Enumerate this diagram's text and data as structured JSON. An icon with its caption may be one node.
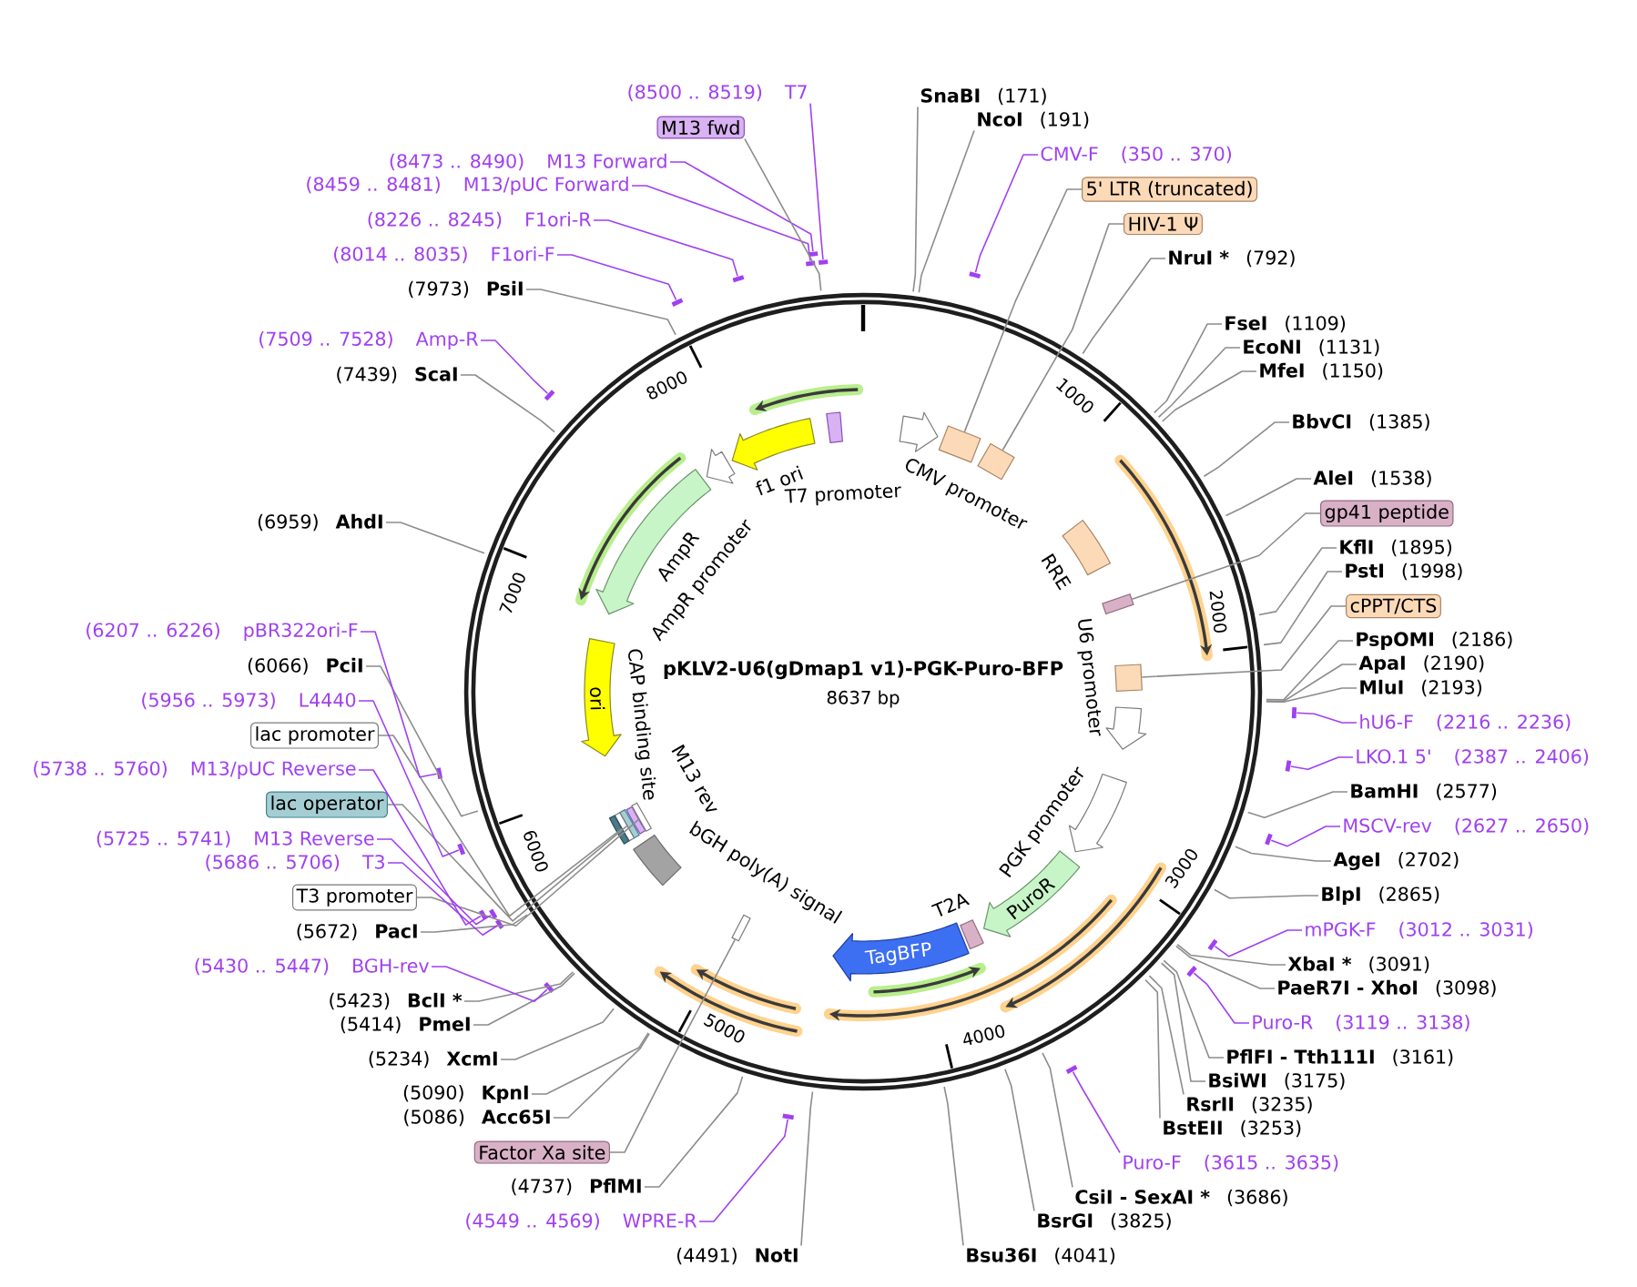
{
  "diagram": {
    "title": "pKLV2-U6(gDmap1 v1)-PGK-Puro-BFP",
    "nodes": [
      {
        "text": [
          "SnaBI",
          "(171)"
        ]
      },
      {
        "text": [
          "NcoI",
          "(191)"
        ]
      },
      {
        "text": [
          "CMV-F",
          "(350 .. 370)"
        ]
      },
      {
        "text": [
          "5' LTR (truncated)"
        ]
      },
      {
        "text": [
          "HIV-1 Ψ"
        ]
      },
      {
        "text": [
          "NruI *",
          "(792)"
        ]
      },
      {
        "text": [
          "FseI",
          "(1109)"
        ]
      },
      {
        "text": [
          "EcoNI",
          "(1131)"
        ]
      },
      {
        "text": [
          "MfeI",
          "(1150)"
        ]
      },
      {
        "text": [
          "BbvCI",
          "(1385)"
        ]
      },
      {
        "text": [
          "AleI",
          "(1538)"
        ]
      },
      {
        "text": [
          "gp41 peptide"
        ]
      },
      {
        "text": [
          "KflI",
          "(1895)"
        ]
      },
      {
        "text": [
          "PstI",
          "(1998)"
        ]
      },
      {
        "text": [
          "cPPT/CTS"
        ]
      },
      {
        "text": [
          "PspOMI",
          "(2186)"
        ]
      },
      {
        "text": [
          "ApaI",
          "(2190)"
        ]
      },
      {
        "text": [
          "MluI",
          "(2193)"
        ]
      },
      {
        "text": [
          "hU6-F",
          "(2216 .. 2236)"
        ]
      },
      {
        "text": [
          "LKO.1 5'",
          "(2387 .. 2406)"
        ]
      },
      {
        "text": [
          "BamHI",
          "(2577)"
        ]
      },
      {
        "text": [
          "MSCV-rev",
          "(2627 .. 2650)"
        ]
      },
      {
        "text": [
          "AgeI",
          "(2702)"
        ]
      },
      {
        "text": [
          "BlpI",
          "(2865)"
        ]
      },
      {
        "text": [
          "mPGK-F",
          "(3012 .. 3031)"
        ]
      },
      {
        "text": [
          "XbaI *",
          "(3091)"
        ]
      },
      {
        "text": [
          "PaeR7I - XhoI",
          "(3098)"
        ]
      },
      {
        "text": [
          "Puro-R",
          "(3119 .. 3138)"
        ]
      },
      {
        "text": [
          "PflFI - Tth111I",
          "(3161)"
        ]
      },
      {
        "text": [
          "BsiWI",
          "(3175)"
        ]
      },
      {
        "text": [
          "RsrII",
          "(3235)"
        ]
      },
      {
        "text": [
          "BstEII",
          "(3253)"
        ]
      },
      {
        "text": [
          "Puro-F",
          "(3615 .. 3635)"
        ]
      },
      {
        "text": [
          "CsiI - SexAI *",
          "(3686)"
        ]
      },
      {
        "text": [
          "BsrGI",
          "(3825)"
        ]
      },
      {
        "text": [
          "Bsu36I",
          "(4041)"
        ]
      },
      {
        "text": [
          "(4491)",
          "NotI"
        ]
      },
      {
        "text": [
          "(4549 .. 4569)",
          "WPRE-R"
        ]
      },
      {
        "text": [
          "(4737)",
          "PflMI"
        ]
      },
      {
        "text": [
          "Factor Xa site"
        ]
      },
      {
        "text": [
          "(5086)",
          "Acc65I"
        ]
      },
      {
        "text": [
          "(5090)",
          "KpnI"
        ]
      },
      {
        "text": [
          "(5234)",
          "XcmI"
        ]
      },
      {
        "text": [
          "(5414)",
          "PmeI"
        ]
      },
      {
        "text": [
          "(5423)",
          "BclI *"
        ]
      },
      {
        "text": [
          "(5430 .. 5447)",
          "BGH-rev"
        ]
      },
      {
        "text": [
          "(5672)",
          "PacI"
        ]
      },
      {
        "text": [
          "T3 promoter"
        ]
      },
      {
        "text": [
          "(5686 .. 5706)",
          "T3"
        ]
      },
      {
        "text": [
          "(5725 .. 5741)",
          "M13 Reverse"
        ]
      },
      {
        "text": [
          "lac operator"
        ]
      },
      {
        "text": [
          "(5738 .. 5760)",
          "M13/pUC Reverse"
        ]
      },
      {
        "text": [
          "lac promoter"
        ]
      },
      {
        "text": [
          "(5956 .. 5973)",
          "L4440"
        ]
      },
      {
        "text": [
          "(6066)",
          "PciI"
        ]
      },
      {
        "text": [
          "(6207 .. 6226)",
          "pBR322ori-F"
        ]
      },
      {
        "text": [
          "(6959)",
          "AhdI"
        ]
      },
      {
        "text": [
          "(7439)",
          "ScaI"
        ]
      },
      {
        "text": [
          "(7509 .. 7528)",
          "Amp-R"
        ]
      },
      {
        "text": [
          "(7973)",
          "PsiI"
        ]
      },
      {
        "text": [
          "(8014 .. 8035)",
          "F1ori-F"
        ]
      },
      {
        "text": [
          "(8226 .. 8245)",
          "F1ori-R"
        ]
      },
      {
        "text": [
          "(8459 .. 8481)",
          "M13/pUC Forward"
        ]
      },
      {
        "text": [
          "(8473 .. 8490)",
          "M13 Forward"
        ]
      },
      {
        "text": [
          "M13 fwd"
        ]
      },
      {
        "text": [
          "(8500 .. 8519)",
          "T7"
        ]
      },
      {
        "text": [
          "CMV promoter"
        ]
      },
      {
        "text": [],
        "shape": "box"
      },
      {
        "text": [],
        "shape": "box"
      },
      {
        "text": [
          "RRE"
        ]
      },
      {
        "text": [],
        "shape": "box"
      },
      {
        "text": [],
        "shape": "box"
      },
      {
        "text": [
          "U6 promoter"
        ]
      },
      {
        "text": [
          "PGK promoter"
        ]
      },
      {
        "text": [
          "PuroR"
        ]
      },
      {
        "text": [
          "T2A"
        ]
      },
      {
        "text": [
          "TagBFP"
        ]
      },
      {
        "text": [],
        "shape": "box"
      },
      {
        "text": [
          "bGH poly(A) signal"
        ]
      },
      {
        "text": [
          "M13 rev"
        ]
      },
      {
        "text": [],
        "shape": "box"
      },
      {
        "text": [],
        "shape": "box"
      },
      {
        "text": [],
        "shape": "box"
      },
      {
        "text": [
          "CAP binding site"
        ]
      },
      {
        "text": [
          "ori"
        ]
      },
      {
        "text": [
          "AmpR"
        ]
      },
      {
        "text": [
          "AmpR promoter"
        ]
      },
      {
        "text": [
          "f1 ori"
        ]
      },
      {
        "text": [
          "T7 promoter"
        ]
      },
      {
        "text": [],
        "shape": "bar"
      },
      {
        "text": [],
        "shape": "bar"
      },
      {
        "text": [],
        "shape": "bar"
      },
      {
        "text": [],
        "shape": "bar"
      },
      {
        "text": [],
        "shape": "bar"
      },
      {
        "text": [],
        "shape": "bar"
      },
      {
        "text": [],
        "shape": "bar"
      },
      {
        "text": [],
        "shape": "bar"
      },
      {
        "text": [],
        "shape": "bar"
      },
      {
        "text": [],
        "shape": "bar"
      },
      {
        "text": [],
        "shape": "bar"
      },
      {
        "text": [],
        "shape": "bar"
      },
      {
        "text": [],
        "shape": "bar"
      },
      {
        "text": [],
        "shape": "bar"
      },
      {
        "text": [],
        "shape": "bar"
      },
      {
        "text": [],
        "shape": "bar"
      },
      {
        "text": [],
        "shape": "bar"
      },
      {
        "text": [],
        "shape": "bar"
      },
      {
        "text": [],
        "shape": "bar"
      },
      {
        "text": [],
        "shape": "bar"
      }
    ],
    "edges": [
      {
        "from": 0,
        "to": null,
        "arrow": "none"
      },
      {
        "from": 1,
        "to": null,
        "arrow": "none"
      },
      {
        "from": 2,
        "to": 89,
        "arrow": "none",
        "color": "#a040f0"
      },
      {
        "from": 3,
        "to": 67,
        "arrow": "none"
      },
      {
        "from": 4,
        "to": 68,
        "arrow": "none"
      },
      {
        "from": 5,
        "to": null,
        "arrow": "none"
      },
      {
        "from": 6,
        "to": null,
        "arrow": "none"
      },
      {
        "from": 7,
        "to": null,
        "arrow": "none"
      },
      {
        "from": 8,
        "to": null,
        "arrow": "none"
      },
      {
        "from": 9,
        "to": null,
        "arrow": "none"
      },
      {
        "from": 10,
        "to": null,
        "arrow": "none"
      },
      {
        "from": 11,
        "to": 70,
        "arrow": "none"
      },
      {
        "from": 12,
        "to": null,
        "arrow": "none"
      },
      {
        "from": 13,
        "to": null,
        "arrow": "none"
      },
      {
        "from": 14,
        "to": 71,
        "arrow": "none"
      },
      {
        "from": 15,
        "to": null,
        "arrow": "none"
      },
      {
        "from": 16,
        "to": null,
        "arrow": "none"
      },
      {
        "from": 17,
        "to": null,
        "arrow": "none"
      },
      {
        "from": 18,
        "to": 90,
        "arrow": "none",
        "color": "#a040f0"
      },
      {
        "from": 19,
        "to": 91,
        "arrow": "none",
        "color": "#a040f0"
      },
      {
        "from": 20,
        "to": null,
        "arrow": "none"
      },
      {
        "from": 21,
        "to": 92,
        "arrow": "none",
        "color": "#a040f0"
      },
      {
        "from": 22,
        "to": null,
        "arrow": "none"
      },
      {
        "from": 23,
        "to": null,
        "arrow": "none"
      },
      {
        "from": 24,
        "to": 93,
        "arrow": "none",
        "color": "#a040f0"
      },
      {
        "from": 25,
        "to": null,
        "arrow": "none"
      },
      {
        "from": 26,
        "to": null,
        "arrow": "none"
      },
      {
        "from": 27,
        "to": 94,
        "arrow": "none",
        "color": "#a040f0"
      },
      {
        "from": 28,
        "to": null,
        "arrow": "none"
      },
      {
        "from": 29,
        "to": null,
        "arrow": "none"
      },
      {
        "from": 30,
        "to": null,
        "arrow": "none"
      },
      {
        "from": 31,
        "to": null,
        "arrow": "none"
      },
      {
        "from": 32,
        "to": 95,
        "arrow": "none",
        "color": "#a040f0"
      },
      {
        "from": 33,
        "to": null,
        "arrow": "none"
      },
      {
        "from": 34,
        "to": null,
        "arrow": "none"
      },
      {
        "from": 35,
        "to": null,
        "arrow": "none"
      },
      {
        "from": 36,
        "to": null,
        "arrow": "none"
      },
      {
        "from": 37,
        "to": 96,
        "arrow": "none",
        "color": "#a040f0"
      },
      {
        "from": 38,
        "to": null,
        "arrow": "none"
      },
      {
        "from": 39,
        "to": 77,
        "arrow": "none"
      },
      {
        "from": 40,
        "to": null,
        "arrow": "none"
      },
      {
        "from": 41,
        "to": null,
        "arrow": "none"
      },
      {
        "from": 42,
        "to": null,
        "arrow": "none"
      },
      {
        "from": 43,
        "to": null,
        "arrow": "none"
      },
      {
        "from": 44,
        "to": null,
        "arrow": "none"
      },
      {
        "from": 45,
        "to": 97,
        "arrow": "none",
        "color": "#a040f0"
      },
      {
        "from": 46,
        "to": null,
        "arrow": "none"
      },
      {
        "from": 47,
        "to": 80,
        "arrow": "none"
      },
      {
        "from": 48,
        "to": 98,
        "arrow": "none",
        "color": "#a040f0"
      },
      {
        "from": 49,
        "to": 99,
        "arrow": "none",
        "color": "#a040f0"
      },
      {
        "from": 50,
        "to": 81,
        "arrow": "none"
      },
      {
        "from": 51,
        "to": 100,
        "arrow": "none",
        "color": "#a040f0"
      },
      {
        "from": 52,
        "to": 82,
        "arrow": "none"
      },
      {
        "from": 53,
        "to": 101,
        "arrow": "none",
        "color": "#a040f0"
      },
      {
        "from": 54,
        "to": null,
        "arrow": "none"
      },
      {
        "from": 55,
        "to": 102,
        "arrow": "none",
        "color": "#a040f0"
      },
      {
        "from": 56,
        "to": null,
        "arrow": "none"
      },
      {
        "from": 57,
        "to": null,
        "arrow": "none"
      },
      {
        "from": 58,
        "to": 103,
        "arrow": "none",
        "color": "#a040f0"
      },
      {
        "from": 59,
        "to": null,
        "arrow": "none"
      },
      {
        "from": 60,
        "to": 104,
        "arrow": "none",
        "color": "#a040f0"
      },
      {
        "from": 61,
        "to": 105,
        "arrow": "none",
        "color": "#a040f0"
      },
      {
        "from": 62,
        "to": 106,
        "arrow": "none",
        "color": "#a040f0"
      },
      {
        "from": 63,
        "to": 107,
        "arrow": "none",
        "color": "#a040f0"
      },
      {
        "from": 64,
        "to": null,
        "arrow": "none"
      },
      {
        "from": 65,
        "to": 108,
        "arrow": "none",
        "color": "#a040f0"
      }
    ],
    "labels": [
      "8637 bp",
      "1000",
      "2000",
      "3000",
      "4000",
      "5000",
      "6000",
      "7000",
      "8000"
    ]
  }
}
